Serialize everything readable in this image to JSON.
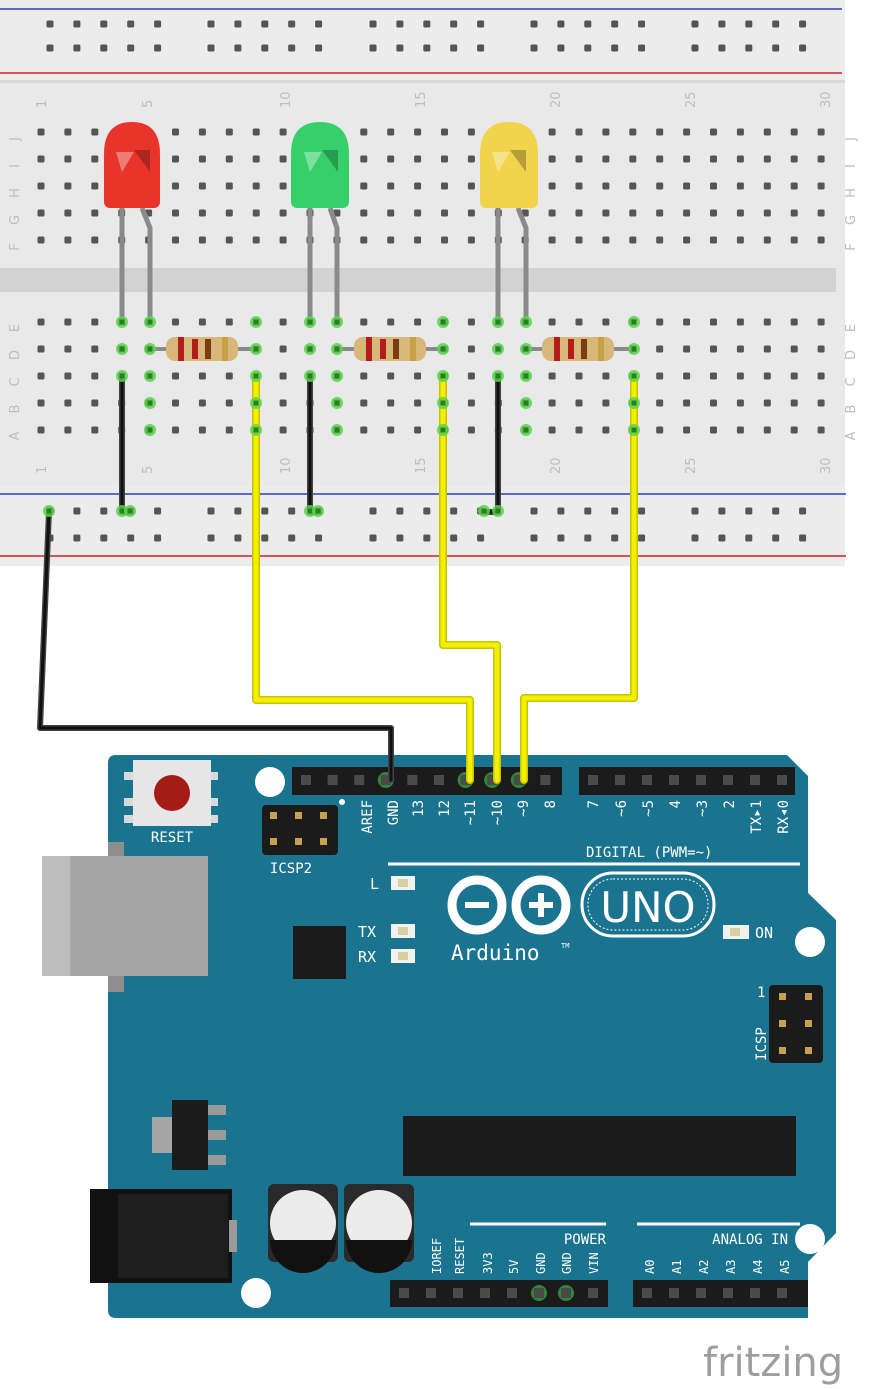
{
  "breadboard": {
    "row_letters_top": [
      "J",
      "I",
      "H",
      "G",
      "F"
    ],
    "row_letters_bottom": [
      "E",
      "D",
      "C",
      "B",
      "A"
    ],
    "column_numbers": [
      "1",
      "5",
      "10",
      "15",
      "20",
      "25",
      "30"
    ]
  },
  "leds": [
    {
      "name": "red",
      "color": "#e8342a"
    },
    {
      "name": "green",
      "color": "#36d06a"
    },
    {
      "name": "yellow",
      "color": "#f2d34c"
    }
  ],
  "wire_colors": {
    "signal": "#f2ef00",
    "ground": "#111111",
    "lead": "#8a8a8a"
  },
  "arduino": {
    "board_color": "#1a7490",
    "reset_label": "RESET",
    "icsp2_label": "ICSP2",
    "icsp_label": "ICSP",
    "icsp_pin1": "1",
    "digital_header_labels": [
      "AREF",
      "GND",
      "13",
      "12",
      "~11",
      "~10",
      "~9",
      "8"
    ],
    "digital_header_labels_2": [
      "7",
      "~6",
      "~5",
      "4",
      "~3",
      "2",
      "TX▸1",
      "RX◂0"
    ],
    "digital_caption": "DIGITAL (PWM=~)",
    "led_l": "L",
    "led_tx": "TX",
    "led_rx": "RX",
    "led_on": "ON",
    "brand": "Arduino",
    "tm": "TM",
    "model": "UNO",
    "power_caption": "POWER",
    "power_labels": [
      "IOREF",
      "RESET",
      "3V3",
      "5V",
      "GND",
      "GND",
      "VIN"
    ],
    "analog_caption": "ANALOG IN",
    "analog_labels": [
      "A0",
      "A1",
      "A2",
      "A3",
      "A4",
      "A5"
    ]
  },
  "watermark": "fritzing"
}
